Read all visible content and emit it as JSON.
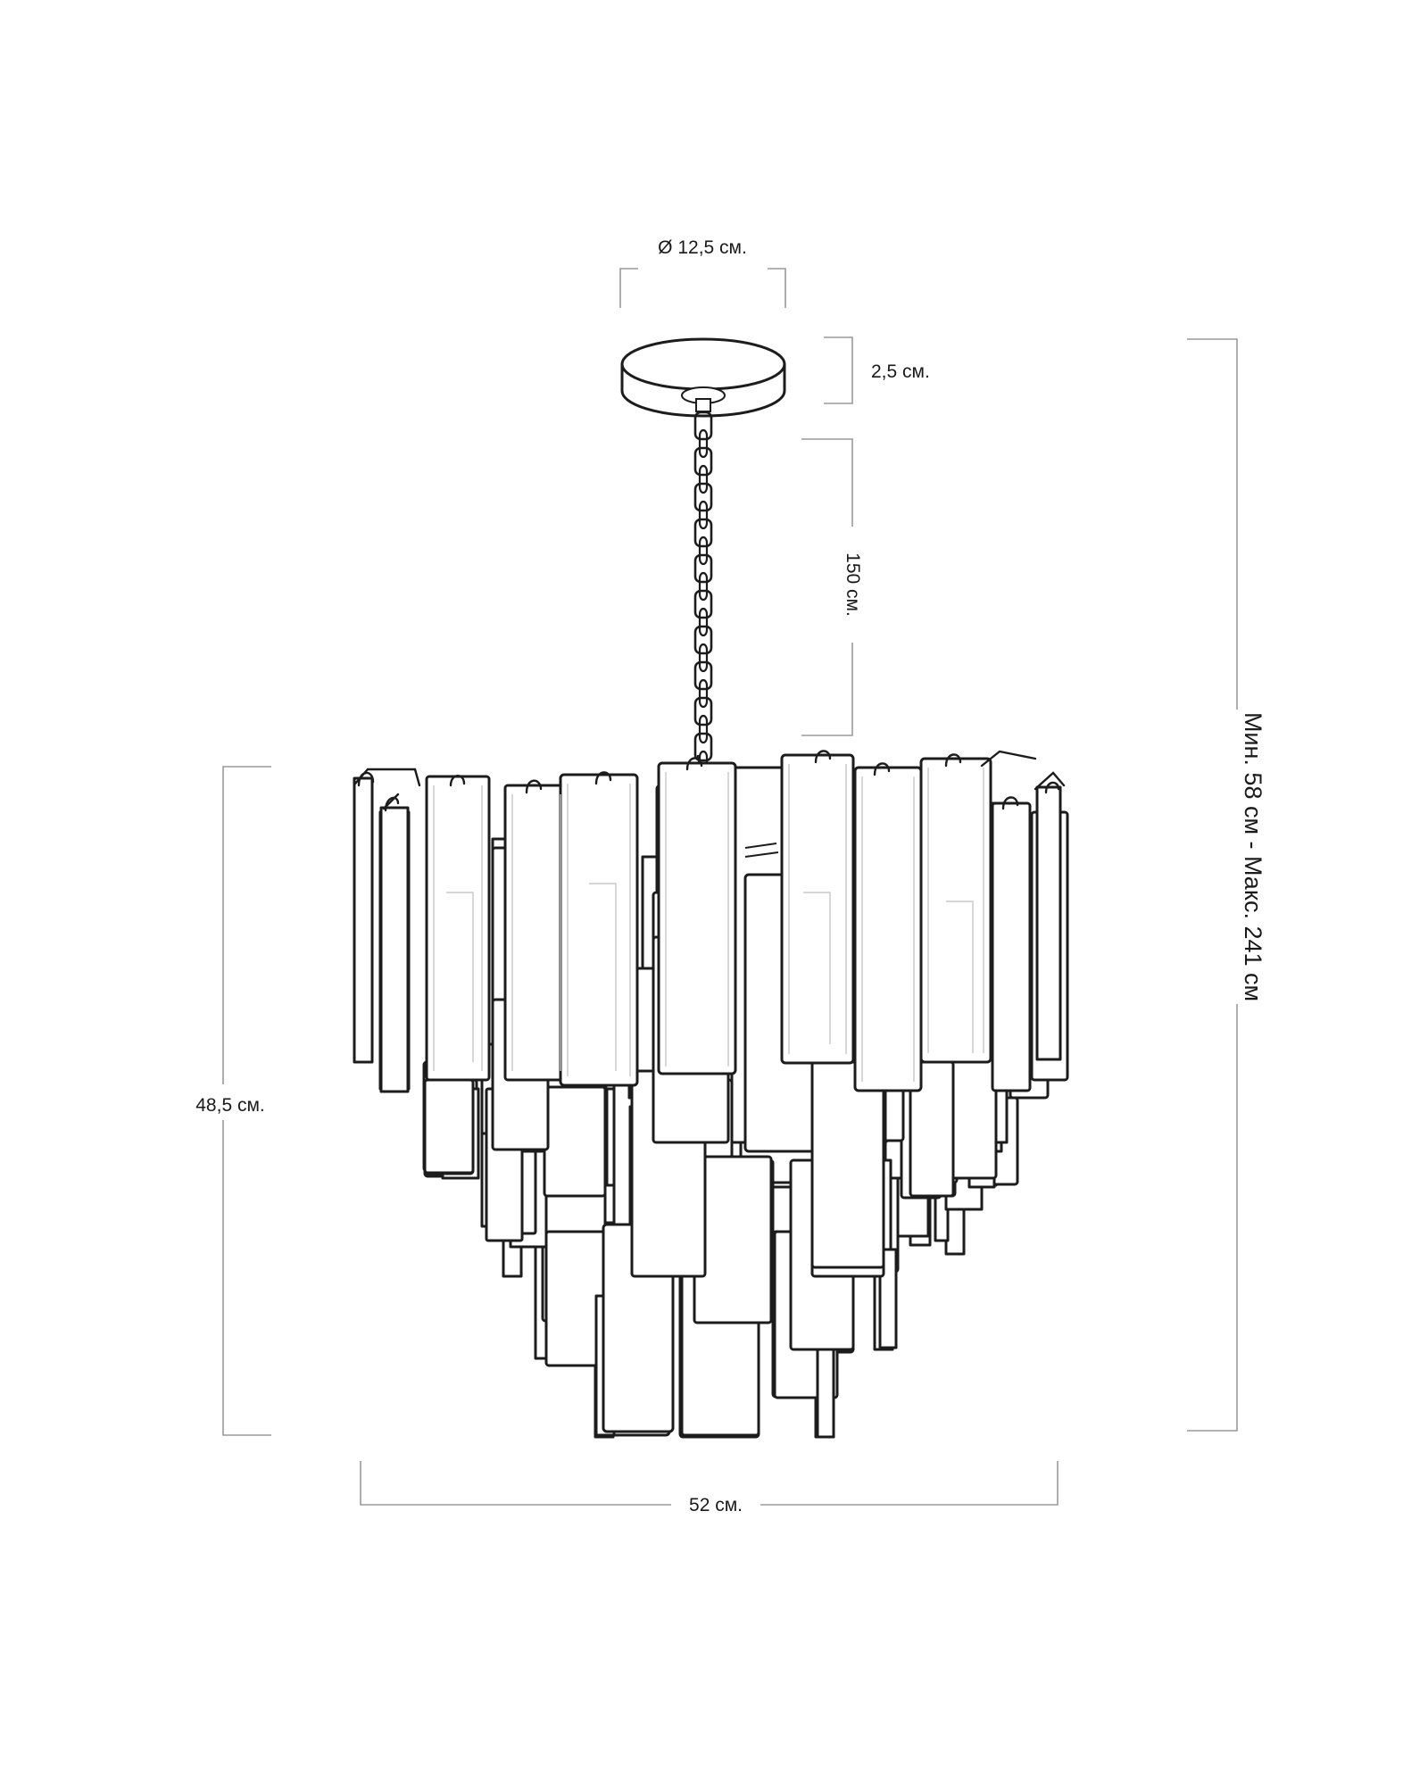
{
  "dimensions": {
    "canopy_diameter": "Ø 12,5 см.",
    "canopy_height": "2,5 см.",
    "chain_length": "150 см.",
    "total_height": "Мин. 58 см - Макс. 241 см",
    "body_height": "48,5 см.",
    "body_width": "52 см."
  }
}
